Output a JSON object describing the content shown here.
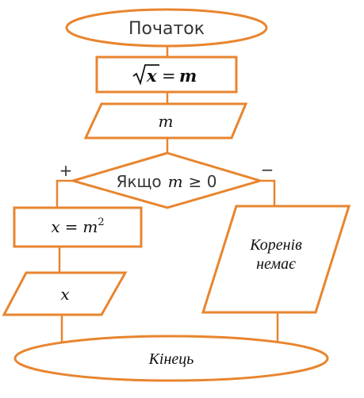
{
  "start": {
    "label": "Початок"
  },
  "process_sqrt": {
    "var": "x",
    "op": "=",
    "result": "m"
  },
  "output_m": {
    "label": "m"
  },
  "decision": {
    "prefix": "Якщо",
    "var": "m",
    "op": "≥ 0"
  },
  "branches": {
    "yes": "+",
    "no": "−"
  },
  "process_square": {
    "var": "x",
    "op": "=",
    "base": "m",
    "exponent": "2"
  },
  "output_x": {
    "label": "x"
  },
  "output_no_roots": {
    "line1": "Коренів",
    "line2": "немає"
  },
  "end": {
    "label": "Кінець"
  },
  "colors": {
    "stroke": "#e8852f",
    "text": "#333333",
    "fill": "#ffffff"
  }
}
